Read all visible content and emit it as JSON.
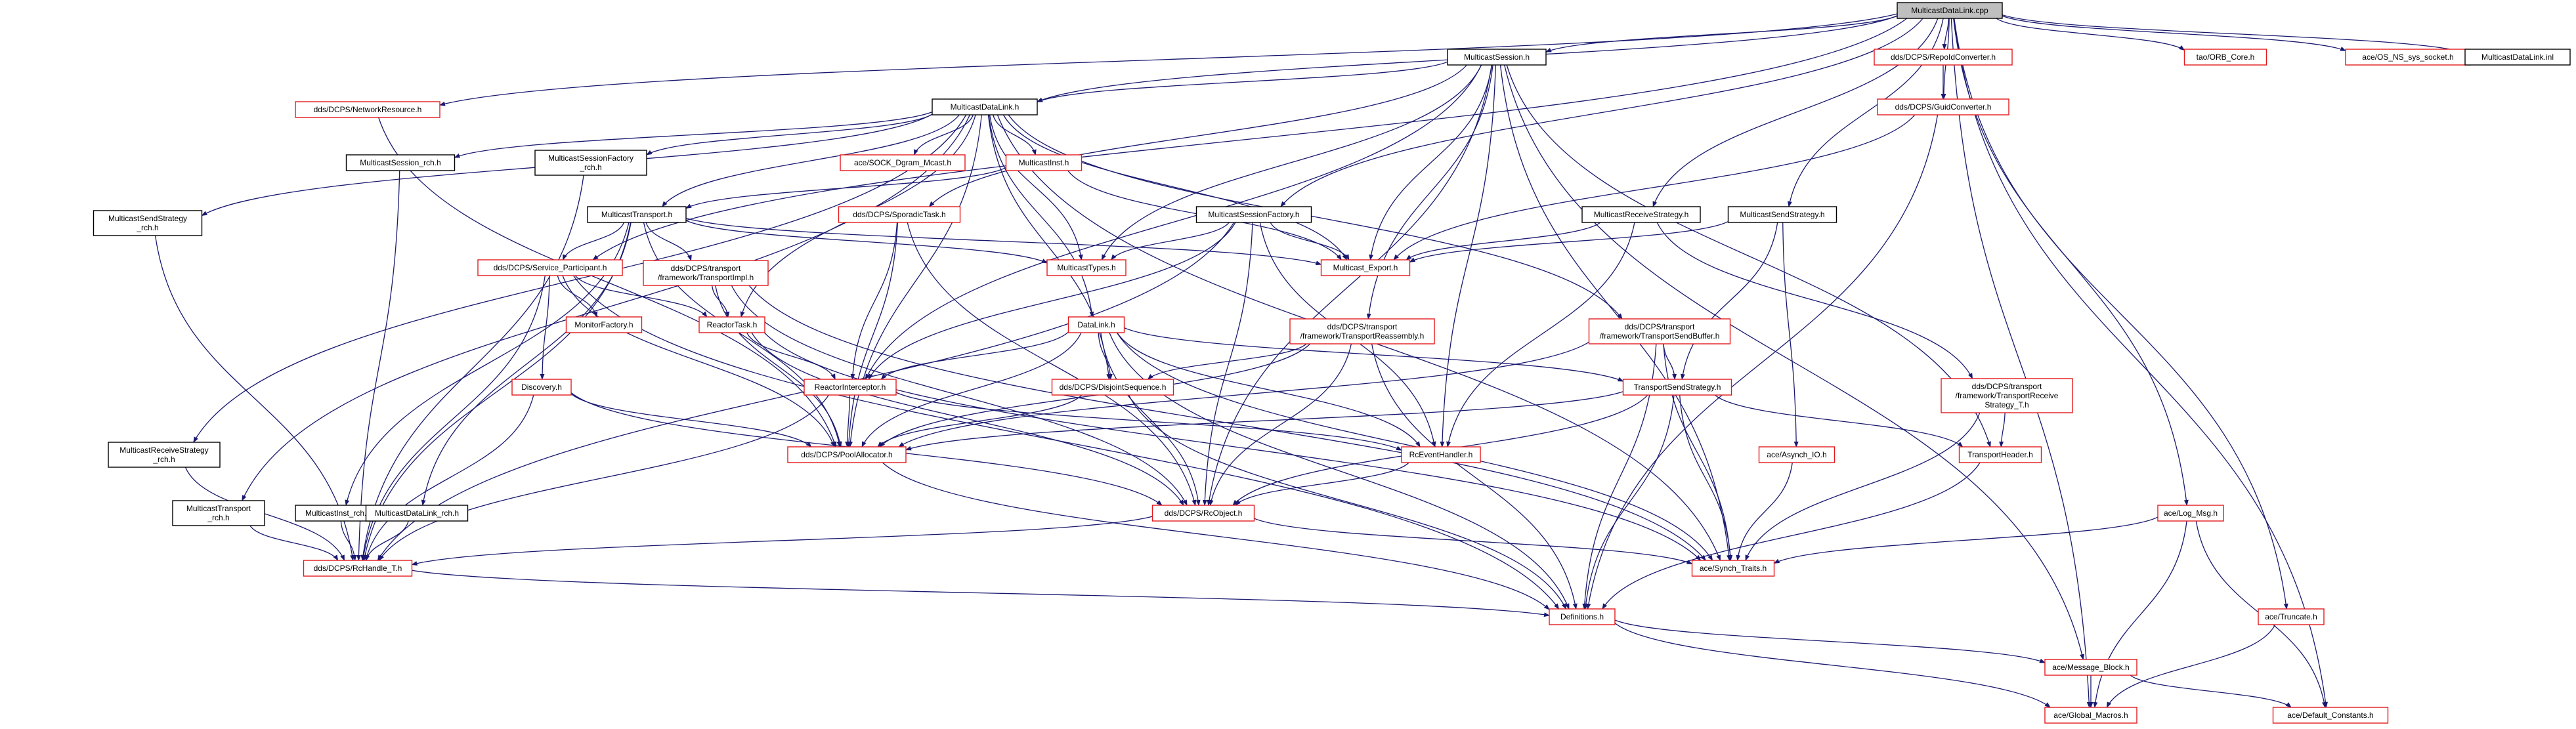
{
  "diagram": {
    "colors": {
      "edge": "#191970",
      "missing_border": "#e41a1c",
      "present_border": "#000000",
      "root_fill": "#bfbfbf",
      "background": "#ffffff"
    },
    "nodes": [
      {
        "id": "root",
        "lines": [
          "MulticastDataLink.cpp"
        ],
        "kind": "root"
      },
      {
        "id": "network_resource",
        "lines": [
          "dds/DCPS/NetworkResource.h"
        ],
        "kind": "missing"
      },
      {
        "id": "multicast_session",
        "lines": [
          "MulticastSession.h"
        ],
        "kind": "present"
      },
      {
        "id": "repoid_converter",
        "lines": [
          "dds/DCPS/RepoIdConverter.h"
        ],
        "kind": "missing"
      },
      {
        "id": "tao_orb_core",
        "lines": [
          "tao/ORB_Core.h"
        ],
        "kind": "missing"
      },
      {
        "id": "os_ns_sys_socket",
        "lines": [
          "ace/OS_NS_sys_socket.h"
        ],
        "kind": "missing"
      },
      {
        "id": "datalink_inl",
        "lines": [
          "MulticastDataLink.inl"
        ],
        "kind": "present"
      },
      {
        "id": "multicast_datalink_h",
        "lines": [
          "MulticastDataLink.h"
        ],
        "kind": "present"
      },
      {
        "id": "guid_converter",
        "lines": [
          "dds/DCPS/GuidConverter.h"
        ],
        "kind": "missing"
      },
      {
        "id": "session_rch",
        "lines": [
          "MulticastSession_rch.h"
        ],
        "kind": "present"
      },
      {
        "id": "session_factory_rch",
        "lines": [
          "MulticastSessionFactory",
          "_rch.h"
        ],
        "kind": "present"
      },
      {
        "id": "sock_dgram_mcast",
        "lines": [
          "ace/SOCK_Dgram_Mcast.h"
        ],
        "kind": "missing"
      },
      {
        "id": "multicast_inst",
        "lines": [
          "MulticastInst.h"
        ],
        "kind": "missing"
      },
      {
        "id": "multicast_transport",
        "lines": [
          "MulticastTransport.h"
        ],
        "kind": "present"
      },
      {
        "id": "sporadic_task",
        "lines": [
          "dds/DCPS/SporadicTask.h"
        ],
        "kind": "missing"
      },
      {
        "id": "session_factory",
        "lines": [
          "MulticastSessionFactory.h"
        ],
        "kind": "present"
      },
      {
        "id": "receive_strategy",
        "lines": [
          "MulticastReceiveStrategy.h"
        ],
        "kind": "present"
      },
      {
        "id": "send_strategy",
        "lines": [
          "MulticastSendStrategy.h"
        ],
        "kind": "present"
      },
      {
        "id": "send_strategy_rch",
        "lines": [
          "MulticastSendStrategy",
          "_rch.h"
        ],
        "kind": "present"
      },
      {
        "id": "service_participant",
        "lines": [
          "dds/DCPS/Service_Participant.h"
        ],
        "kind": "missing"
      },
      {
        "id": "transport_impl",
        "lines": [
          "dds/DCPS/transport",
          "/framework/TransportImpl.h"
        ],
        "kind": "missing"
      },
      {
        "id": "multicast_types",
        "lines": [
          "MulticastTypes.h"
        ],
        "kind": "missing"
      },
      {
        "id": "multicast_export",
        "lines": [
          "Multicast_Export.h"
        ],
        "kind": "missing"
      },
      {
        "id": "monitor_factory",
        "lines": [
          "MonitorFactory.h"
        ],
        "kind": "missing"
      },
      {
        "id": "reactor_task",
        "lines": [
          "ReactorTask.h"
        ],
        "kind": "missing"
      },
      {
        "id": "datalink_h",
        "lines": [
          "DataLink.h"
        ],
        "kind": "missing"
      },
      {
        "id": "transport_reassembly",
        "lines": [
          "dds/DCPS/transport",
          "/framework/TransportReassembly.h"
        ],
        "kind": "missing"
      },
      {
        "id": "transport_send_buffer",
        "lines": [
          "dds/DCPS/transport",
          "/framework/TransportSendBuffer.h"
        ],
        "kind": "missing"
      },
      {
        "id": "discovery",
        "lines": [
          "Discovery.h"
        ],
        "kind": "missing"
      },
      {
        "id": "reactor_interceptor",
        "lines": [
          "ReactorInterceptor.h"
        ],
        "kind": "missing"
      },
      {
        "id": "disjoint_sequence",
        "lines": [
          "dds/DCPS/DisjointSequence.h"
        ],
        "kind": "missing"
      },
      {
        "id": "transport_send_strategy",
        "lines": [
          "TransportSendStrategy.h"
        ],
        "kind": "missing"
      },
      {
        "id": "transport_receive_strategy_t",
        "lines": [
          "dds/DCPS/transport",
          "/framework/TransportReceive",
          "Strategy_T.h"
        ],
        "kind": "missing"
      },
      {
        "id": "receive_strategy_rch",
        "lines": [
          "MulticastReceiveStrategy",
          "_rch.h"
        ],
        "kind": "present"
      },
      {
        "id": "pool_allocator",
        "lines": [
          "dds/DCPS/PoolAllocator.h"
        ],
        "kind": "missing"
      },
      {
        "id": "rc_event_handler",
        "lines": [
          "RcEventHandler.h"
        ],
        "kind": "missing"
      },
      {
        "id": "asynch_io",
        "lines": [
          "ace/Asynch_IO.h"
        ],
        "kind": "missing"
      },
      {
        "id": "transport_header",
        "lines": [
          "TransportHeader.h"
        ],
        "kind": "missing"
      },
      {
        "id": "transport_rch",
        "lines": [
          "MulticastTransport",
          "_rch.h"
        ],
        "kind": "present"
      },
      {
        "id": "inst_rch",
        "lines": [
          "MulticastInst_rch.h"
        ],
        "kind": "present"
      },
      {
        "id": "datalink_rch",
        "lines": [
          "MulticastDataLink_rch.h"
        ],
        "kind": "present"
      },
      {
        "id": "rc_object",
        "lines": [
          "dds/DCPS/RcObject.h"
        ],
        "kind": "missing"
      },
      {
        "id": "log_msg",
        "lines": [
          "ace/Log_Msg.h"
        ],
        "kind": "missing"
      },
      {
        "id": "rc_handle_t",
        "lines": [
          "dds/DCPS/RcHandle_T.h"
        ],
        "kind": "missing"
      },
      {
        "id": "synch_traits",
        "lines": [
          "ace/Synch_Traits.h"
        ],
        "kind": "missing"
      },
      {
        "id": "definitions",
        "lines": [
          "Definitions.h"
        ],
        "kind": "missing"
      },
      {
        "id": "truncate",
        "lines": [
          "ace/Truncate.h"
        ],
        "kind": "missing"
      },
      {
        "id": "message_block",
        "lines": [
          "ace/Message_Block.h"
        ],
        "kind": "missing"
      },
      {
        "id": "global_macros",
        "lines": [
          "ace/Global_Macros.h"
        ],
        "kind": "missing"
      },
      {
        "id": "default_constants",
        "lines": [
          "ace/Default_Constants.h"
        ],
        "kind": "missing"
      }
    ],
    "edges": [
      [
        "root",
        "network_resource"
      ],
      [
        "root",
        "multicast_session"
      ],
      [
        "root",
        "repoid_converter"
      ],
      [
        "root",
        "tao_orb_core"
      ],
      [
        "root",
        "os_ns_sys_socket"
      ],
      [
        "root",
        "datalink_inl"
      ],
      [
        "root",
        "multicast_datalink_h"
      ],
      [
        "root",
        "session_factory"
      ],
      [
        "root",
        "receive_strategy"
      ],
      [
        "root",
        "send_strategy"
      ],
      [
        "root",
        "service_participant"
      ],
      [
        "root",
        "log_msg"
      ],
      [
        "root",
        "truncate"
      ],
      [
        "root",
        "global_macros"
      ],
      [
        "root",
        "default_constants"
      ],
      [
        "root",
        "guid_converter"
      ],
      [
        "network_resource",
        "pool_allocator"
      ],
      [
        "multicast_session",
        "multicast_datalink_h"
      ],
      [
        "multicast_session",
        "sporadic_task"
      ],
      [
        "multicast_session",
        "multicast_types"
      ],
      [
        "multicast_session",
        "multicast_export"
      ],
      [
        "multicast_session",
        "transport_reassembly"
      ],
      [
        "multicast_session",
        "rc_event_handler"
      ],
      [
        "multicast_session",
        "rc_object"
      ],
      [
        "multicast_session",
        "synch_traits"
      ],
      [
        "multicast_session",
        "transport_header"
      ],
      [
        "multicast_session",
        "message_block"
      ],
      [
        "multicast_session",
        "reactor_interceptor"
      ],
      [
        "repoid_converter",
        "guid_converter"
      ],
      [
        "guid_converter",
        "definitions"
      ],
      [
        "guid_converter",
        "multicast_export"
      ],
      [
        "multicast_datalink_h",
        "session_rch"
      ],
      [
        "multicast_datalink_h",
        "session_factory_rch"
      ],
      [
        "multicast_datalink_h",
        "sock_dgram_mcast"
      ],
      [
        "multicast_datalink_h",
        "multicast_inst"
      ],
      [
        "multicast_datalink_h",
        "multicast_transport"
      ],
      [
        "multicast_datalink_h",
        "multicast_types"
      ],
      [
        "multicast_datalink_h",
        "multicast_export"
      ],
      [
        "multicast_datalink_h",
        "datalink_h"
      ],
      [
        "multicast_datalink_h",
        "send_strategy_rch"
      ],
      [
        "multicast_datalink_h",
        "receive_strategy_rch"
      ],
      [
        "multicast_datalink_h",
        "transport_rch"
      ],
      [
        "multicast_datalink_h",
        "reactor_task"
      ],
      [
        "multicast_datalink_h",
        "transport_send_buffer"
      ],
      [
        "multicast_datalink_h",
        "disjoint_sequence"
      ],
      [
        "multicast_datalink_h",
        "pool_allocator"
      ],
      [
        "multicast_datalink_h",
        "synch_traits"
      ],
      [
        "session_rch",
        "rc_handle_t"
      ],
      [
        "session_factory_rch",
        "rc_handle_t"
      ],
      [
        "multicast_inst",
        "multicast_export"
      ],
      [
        "multicast_inst",
        "multicast_transport"
      ],
      [
        "multicast_transport",
        "service_participant"
      ],
      [
        "multicast_transport",
        "transport_impl"
      ],
      [
        "multicast_transport",
        "multicast_types"
      ],
      [
        "multicast_transport",
        "multicast_export"
      ],
      [
        "multicast_transport",
        "inst_rch"
      ],
      [
        "multicast_transport",
        "datalink_rch"
      ],
      [
        "multicast_transport",
        "rc_handle_t"
      ],
      [
        "multicast_transport",
        "pool_allocator"
      ],
      [
        "sporadic_task",
        "reactor_interceptor"
      ],
      [
        "sporadic_task",
        "rc_object"
      ],
      [
        "sporadic_task",
        "pool_allocator"
      ],
      [
        "session_factory",
        "multicast_types"
      ],
      [
        "session_factory",
        "multicast_export"
      ],
      [
        "session_factory",
        "rc_object"
      ],
      [
        "session_factory",
        "reactor_interceptor"
      ],
      [
        "session_factory",
        "rc_handle_t"
      ],
      [
        "session_factory",
        "rc_event_handler"
      ],
      [
        "receive_strategy",
        "multicast_export"
      ],
      [
        "receive_strategy",
        "transport_receive_strategy_t"
      ],
      [
        "receive_strategy",
        "rc_event_handler"
      ],
      [
        "send_strategy",
        "multicast_export"
      ],
      [
        "send_strategy",
        "transport_send_strategy"
      ],
      [
        "send_strategy",
        "asynch_io"
      ],
      [
        "send_strategy_rch",
        "rc_handle_t"
      ],
      [
        "service_participant",
        "discovery"
      ],
      [
        "service_participant",
        "monitor_factory"
      ],
      [
        "service_participant",
        "reactor_task"
      ],
      [
        "service_participant",
        "pool_allocator"
      ],
      [
        "service_participant",
        "definitions"
      ],
      [
        "service_participant",
        "rc_handle_t"
      ],
      [
        "transport_impl",
        "reactor_task"
      ],
      [
        "transport_impl",
        "pool_allocator"
      ],
      [
        "transport_impl",
        "rc_object"
      ],
      [
        "transport_impl",
        "synch_traits"
      ],
      [
        "reactor_task",
        "reactor_interceptor"
      ],
      [
        "reactor_task",
        "rc_object"
      ],
      [
        "reactor_task",
        "synch_traits"
      ],
      [
        "datalink_h",
        "reactor_interceptor"
      ],
      [
        "datalink_h",
        "disjoint_sequence"
      ],
      [
        "datalink_h",
        "transport_send_strategy"
      ],
      [
        "datalink_h",
        "rc_event_handler"
      ],
      [
        "datalink_h",
        "pool_allocator"
      ],
      [
        "datalink_h",
        "rc_object"
      ],
      [
        "datalink_h",
        "synch_traits"
      ],
      [
        "datalink_h",
        "definitions"
      ],
      [
        "transport_reassembly",
        "disjoint_sequence"
      ],
      [
        "transport_reassembly",
        "rc_object"
      ],
      [
        "transport_reassembly",
        "definitions"
      ],
      [
        "transport_reassembly",
        "pool_allocator"
      ],
      [
        "transport_send_buffer",
        "transport_send_strategy"
      ],
      [
        "transport_send_buffer",
        "definitions"
      ],
      [
        "transport_send_buffer",
        "synch_traits"
      ],
      [
        "transport_send_buffer",
        "pool_allocator"
      ],
      [
        "discovery",
        "pool_allocator"
      ],
      [
        "discovery",
        "rc_object"
      ],
      [
        "discovery",
        "rc_handle_t"
      ],
      [
        "reactor_interceptor",
        "pool_allocator"
      ],
      [
        "reactor_interceptor",
        "rc_event_handler"
      ],
      [
        "reactor_interceptor",
        "rc_handle_t"
      ],
      [
        "disjoint_sequence",
        "pool_allocator"
      ],
      [
        "disjoint_sequence",
        "definitions"
      ],
      [
        "transport_send_strategy",
        "pool_allocator"
      ],
      [
        "transport_send_strategy",
        "transport_header"
      ],
      [
        "transport_send_strategy",
        "rc_object"
      ],
      [
        "transport_send_strategy",
        "synch_traits"
      ],
      [
        "transport_send_strategy",
        "definitions"
      ],
      [
        "transport_receive_strategy_t",
        "transport_header"
      ],
      [
        "transport_receive_strategy_t",
        "synch_traits"
      ],
      [
        "receive_strategy_rch",
        "rc_handle_t"
      ],
      [
        "rc_event_handler",
        "rc_object"
      ],
      [
        "asynch_io",
        "synch_traits"
      ],
      [
        "transport_header",
        "definitions"
      ],
      [
        "transport_rch",
        "rc_handle_t"
      ],
      [
        "inst_rch",
        "rc_handle_t"
      ],
      [
        "datalink_rch",
        "rc_handle_t"
      ],
      [
        "rc_object",
        "rc_handle_t"
      ],
      [
        "rc_object",
        "synch_traits"
      ],
      [
        "log_msg",
        "synch_traits"
      ],
      [
        "log_msg",
        "default_constants"
      ],
      [
        "log_msg",
        "global_macros"
      ],
      [
        "rc_handle_t",
        "definitions"
      ],
      [
        "definitions",
        "message_block"
      ],
      [
        "definitions",
        "global_macros"
      ],
      [
        "truncate",
        "global_macros"
      ],
      [
        "message_block",
        "global_macros"
      ],
      [
        "message_block",
        "default_constants"
      ],
      [
        "pool_allocator",
        "definitions"
      ]
    ]
  }
}
